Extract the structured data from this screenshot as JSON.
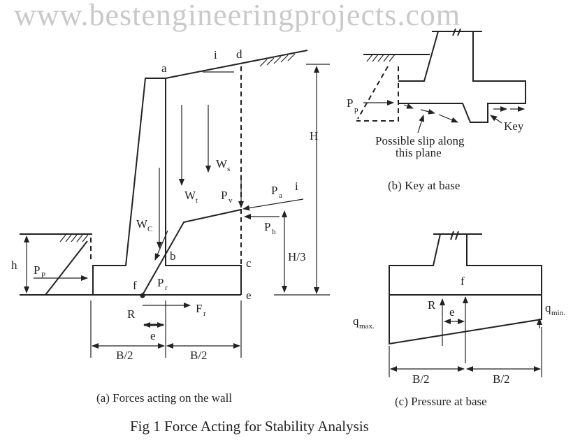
{
  "watermark": "www.bestengineeringprojects.com",
  "figure_title": "Fig 1 Force Acting for Stability Analysis",
  "panel_a": {
    "caption": "(a) Forces acting on the wall",
    "labels": {
      "a": "a",
      "b": "b",
      "c": "c",
      "d": "d",
      "e": "e",
      "f": "f",
      "i": "i",
      "i2": "i",
      "H": "H",
      "H3": "H/3",
      "h": "h",
      "Ws": "W",
      "Ws_sub": "s",
      "Wt": "W",
      "Wt_sub": "t",
      "Wc": "W",
      "Wc_sub": "C",
      "Pv": "P",
      "Pv_sub": "v",
      "Pa": "P",
      "Pa_sub": "a",
      "Ph": "P",
      "Ph_sub": "h",
      "Pr": "P",
      "Pr_sub": "r",
      "Pp": "P",
      "Pp_sub": "P",
      "R": "R",
      "Fr": "F",
      "Fr_sub": "r",
      "ecc": "e",
      "B2a": "B/2",
      "B2b": "B/2"
    }
  },
  "panel_b": {
    "caption": "(b) Key at base",
    "labels": {
      "Pp": "P",
      "Pp_sub": "p",
      "slip1": "Possible slip along",
      "slip2": "this plane",
      "key": "Key"
    }
  },
  "panel_c": {
    "caption": "(c) Pressure at base",
    "labels": {
      "f": "f",
      "R": "R",
      "e": "e",
      "qmax": "q",
      "qmax_sub": "max.",
      "qmin": "q",
      "qmin_sub": "min.",
      "B2a": "B/2",
      "B2b": "B/2"
    }
  }
}
